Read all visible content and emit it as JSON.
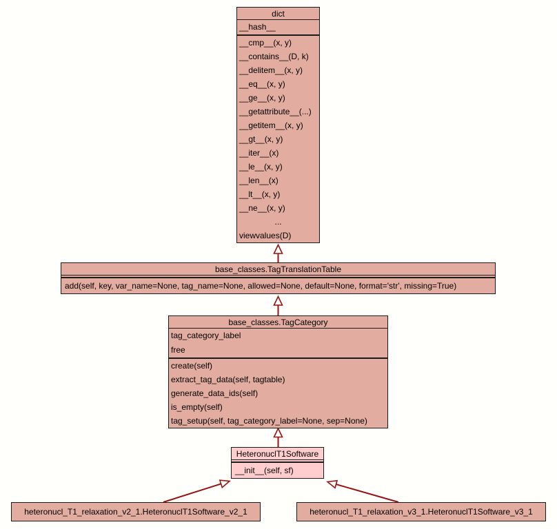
{
  "colors": {
    "class_fill": "#e2aca0",
    "highlight_fill": "#ffcdcd",
    "border": "#1a1a1a",
    "arrow": "#991111",
    "background": "#fffffc"
  },
  "classes": {
    "dict": {
      "title": "dict",
      "attributes": [
        "__hash__"
      ],
      "methods": [
        "__cmp__(x, y)",
        "__contains__(D, k)",
        "__delitem__(x, y)",
        "__eq__(x, y)",
        "__ge__(x, y)",
        "__getattribute__(...)",
        "__getitem__(x, y)",
        "__gt__(x, y)",
        "__iter__(x)",
        "__le__(x, y)",
        "__len__(x)",
        "__lt__(x, y)",
        "__ne__(x, y)",
        "...",
        "viewvalues(D)"
      ]
    },
    "tag_translation_table": {
      "title": "base_classes.TagTranslationTable",
      "attributes": [],
      "methods": [
        "add(self, key, var_name=None, tag_name=None, allowed=None, default=None, format='str', missing=True)"
      ]
    },
    "tag_category": {
      "title": "base_classes.TagCategory",
      "attributes": [
        "tag_category_label",
        "free"
      ],
      "methods": [
        "create(self)",
        "extract_tag_data(self, tagtable)",
        "generate_data_ids(self)",
        "is_empty(self)",
        "tag_setup(self, tag_category_label=None, sep=None)"
      ]
    },
    "heteronucl_t1_software": {
      "title": "HeteronuclT1Software",
      "attributes": [],
      "methods": [
        "__init__(self, sf)"
      ]
    },
    "software_v2": {
      "title": "heteronucl_T1_relaxation_v2_1.HeteronuclT1Software_v2_1"
    },
    "software_v3": {
      "title": "heteronucl_T1_relaxation_v3_1.HeteronuclT1Software_v3_1"
    }
  },
  "edges": [
    {
      "from": "base_classes.TagTranslationTable",
      "to": "dict",
      "type": "inheritance"
    },
    {
      "from": "base_classes.TagCategory",
      "to": "base_classes.TagTranslationTable",
      "type": "inheritance"
    },
    {
      "from": "HeteronuclT1Software",
      "to": "base_classes.TagCategory",
      "type": "inheritance"
    },
    {
      "from": "heteronucl_T1_relaxation_v2_1.HeteronuclT1Software_v2_1",
      "to": "HeteronuclT1Software",
      "type": "inheritance"
    },
    {
      "from": "heteronucl_T1_relaxation_v3_1.HeteronuclT1Software_v3_1",
      "to": "HeteronuclT1Software",
      "type": "inheritance"
    }
  ]
}
